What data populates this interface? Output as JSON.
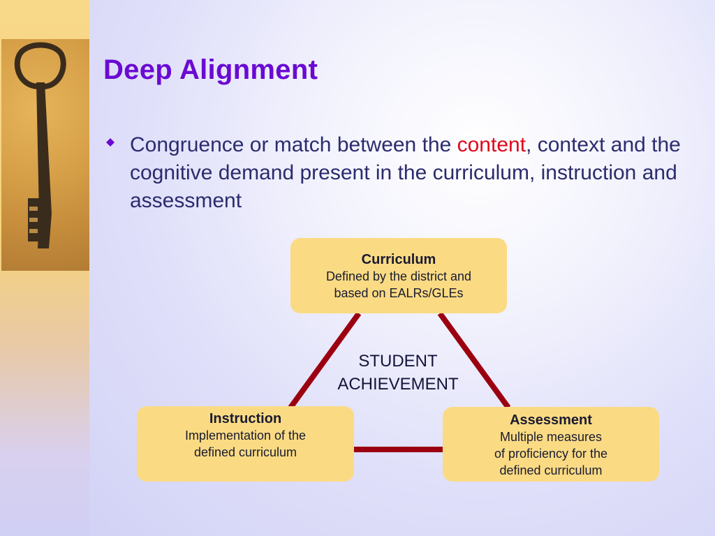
{
  "slide": {
    "title": "Deep Alignment",
    "bullet": {
      "before": "Congruence or match between the ",
      "highlight": "content",
      "after": ", context and the cognitive demand present in the curriculum, instruction and assessment"
    }
  },
  "diagram": {
    "center": [
      "STUDENT",
      "ACHIEVEMENT"
    ],
    "nodes": {
      "curriculum": {
        "title": "Curriculum",
        "lines": [
          "Defined by the district and",
          "based on EALRs/GLEs"
        ]
      },
      "instruction": {
        "title": "Instruction",
        "lines": [
          "Implementation of the",
          "defined curriculum"
        ]
      },
      "assessment": {
        "title": "Assessment",
        "lines": [
          "Multiple measures",
          "of proficiency for the",
          "defined curriculum"
        ]
      }
    }
  },
  "colors": {
    "title": "#6a0ad2",
    "highlight": "#e0071a",
    "box_fill": "#fadb84",
    "connector": "#9b0010",
    "bullet": "#6a0ad2"
  },
  "icons": {
    "bullet": "diamond-bullet-icon",
    "photo": "key-icon"
  }
}
